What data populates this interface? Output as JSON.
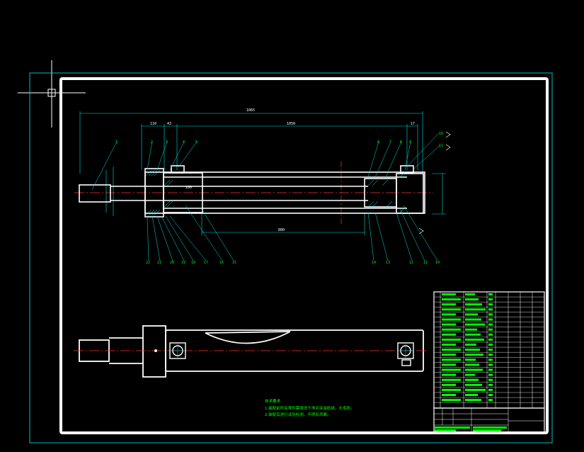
{
  "drawing": {
    "dimensions": {
      "overall_length": "1065",
      "left_seg": "110",
      "left_seg2": "43",
      "main_length": "1050",
      "right_seg": "17",
      "stroke": "800",
      "rod_seg": "100"
    },
    "balloons": {
      "top_left": [
        "1",
        "2",
        "3",
        "4",
        "5"
      ],
      "top_right": [
        "6",
        "7",
        "8",
        "9"
      ],
      "right_stack": [
        "10",
        "11"
      ],
      "bottom_left": [
        "22",
        "21",
        "20",
        "19",
        "18",
        "17",
        "16",
        "15"
      ],
      "bottom_right": [
        "14",
        "13",
        "12",
        "11",
        "10"
      ]
    },
    "technical_requirements": {
      "heading": "技术要求",
      "line1": "1.装配前所有零件需清洗干净并涂油防锈，无毛刺。",
      "line2": "2.装配后进行试验检测，不得有泄漏。"
    }
  },
  "colors": {
    "outline": "#ffffff",
    "dimension": "#00e0e0",
    "centerline": "#ff3030",
    "hatch": "#00ffff",
    "text_green": "#00ff00",
    "border_outer": "#00c0c0",
    "crosshair": "#ffffff"
  }
}
